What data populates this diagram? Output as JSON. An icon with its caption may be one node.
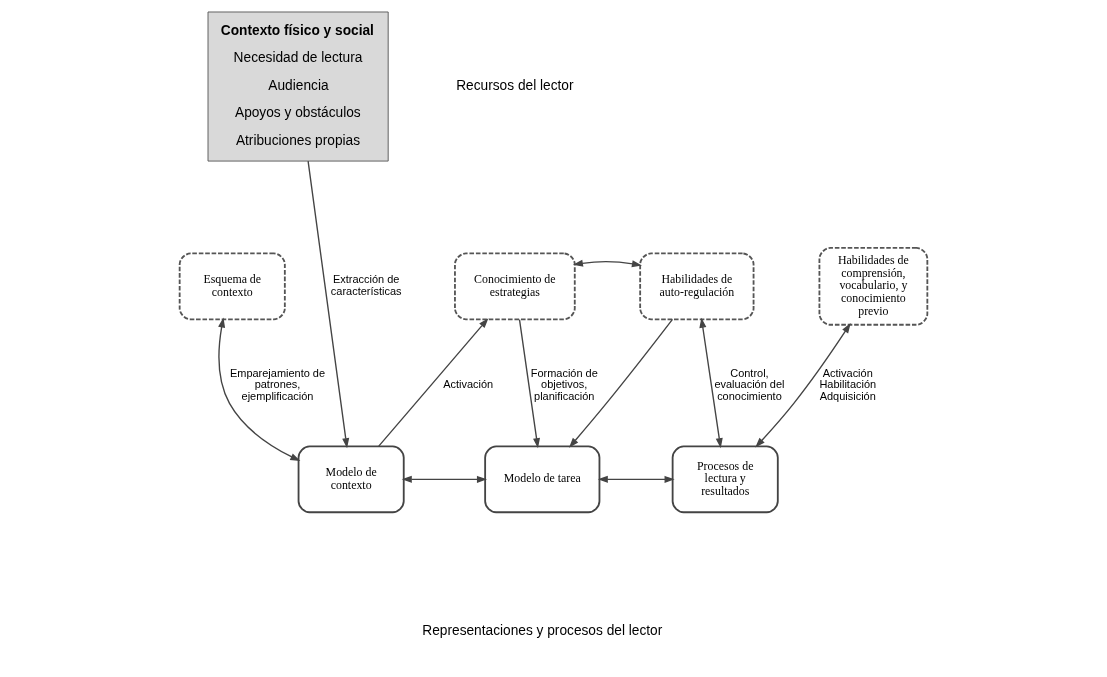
{
  "diagram": {
    "nodes": [
      {
        "text": [
          "Contexto físico y social",
          "Necesidad de lectura",
          "Audiencia",
          "Apoyos y obstáculos",
          "Atribuciones propias"
        ]
      },
      {
        "text": [
          "Esquema de contexto"
        ]
      },
      {
        "text": [
          "Conocimiento de estrategias"
        ]
      },
      {
        "text": [
          "Habilidades de auto-regulación"
        ]
      },
      {
        "text": [
          "Habilidades de comprensión, vocabulario, y conocimiento previo"
        ]
      },
      {
        "text": [
          "Modelo de contexto"
        ]
      },
      {
        "text": [
          "Modelo de tarea"
        ]
      },
      {
        "text": [
          "Procesos de lectura y resultados"
        ]
      }
    ],
    "edges": [
      {
        "from": 0,
        "to": 5,
        "arrow": "to",
        "label": "Extracción de características"
      },
      {
        "from": 1,
        "to": 5,
        "arrow": "both",
        "label": "Emparejamiento de patrones, ejemplificación"
      },
      {
        "from": 5,
        "to": 2,
        "arrow": "to",
        "label": "Activación"
      },
      {
        "from": 2,
        "to": 3,
        "arrow": "both"
      },
      {
        "from": 2,
        "to": 6,
        "arrow": "to",
        "label": "Formación de objetivos, planificación"
      },
      {
        "from": 3,
        "to": 6,
        "arrow": "to"
      },
      {
        "from": 3,
        "to": 7,
        "arrow": "both",
        "label": "Control, evaluación del conocimiento"
      },
      {
        "from": 4,
        "to": 7,
        "arrow": "both",
        "label": "Activación Habilitación Adquisición"
      },
      {
        "from": 5,
        "to": 6,
        "arrow": "both"
      },
      {
        "from": 6,
        "to": 7,
        "arrow": "both"
      }
    ],
    "labels": [
      "Recursos del lector",
      "Representaciones y procesos del lector"
    ]
  }
}
